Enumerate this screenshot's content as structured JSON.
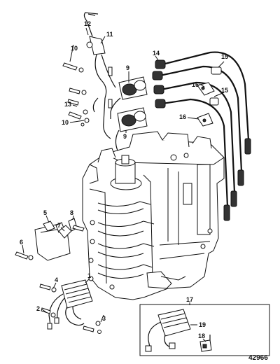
{
  "callouts": {
    "c1": "1",
    "c2": "2",
    "c3": "3",
    "c4": "4",
    "c5": "5",
    "c6": "6",
    "c7": "7",
    "c8": "8",
    "c9": "9",
    "c10": "10",
    "c11": "11",
    "c12": "12",
    "c13": "13",
    "c14": "14",
    "c15": "15",
    "c16": "16",
    "c17": "17",
    "c18": "18",
    "c19": "19"
  },
  "reference_number": "42966"
}
